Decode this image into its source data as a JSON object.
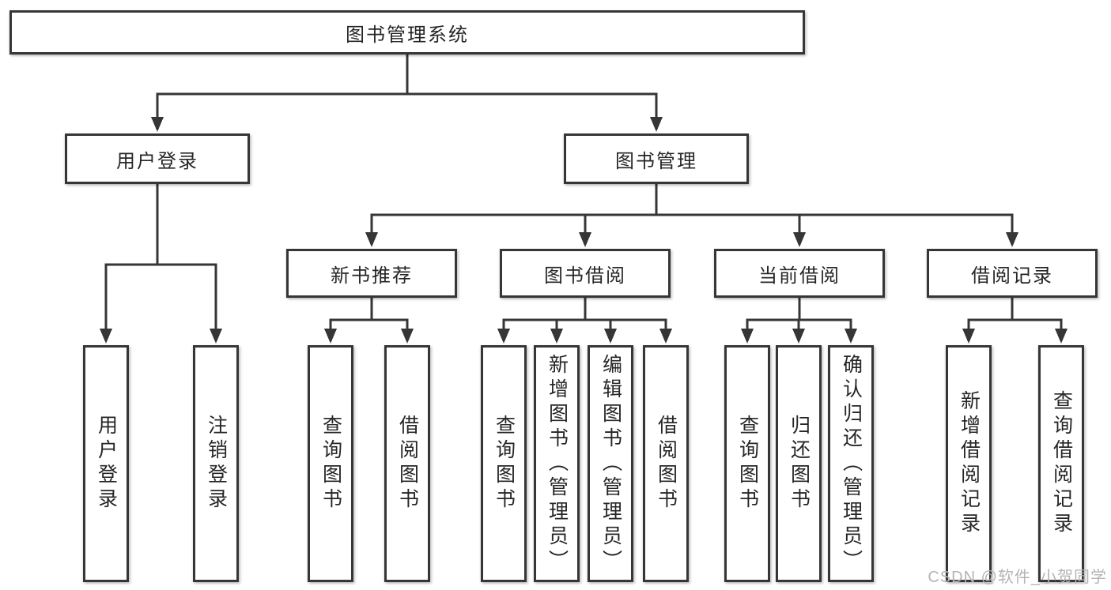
{
  "diagram": {
    "title_note": "functional structure chart",
    "root": {
      "label": "图书管理系统"
    },
    "branches": [
      {
        "label": "用户登录",
        "children": [
          {
            "label": "用户登录"
          },
          {
            "label": "注销登录"
          }
        ]
      },
      {
        "label": "图书管理",
        "groups": [
          {
            "label": "新书推荐",
            "children": [
              {
                "label": "查询图书"
              },
              {
                "label": "借阅图书"
              }
            ]
          },
          {
            "label": "图书借阅",
            "children": [
              {
                "label": "查询图书"
              },
              {
                "label": "新增图书（管理员）"
              },
              {
                "label": "编辑图书（管理员）"
              },
              {
                "label": "借阅图书"
              }
            ]
          },
          {
            "label": "当前借阅",
            "children": [
              {
                "label": "查询图书"
              },
              {
                "label": "归还图书"
              },
              {
                "label": "确认归还（管理员）"
              }
            ]
          },
          {
            "label": "借阅记录",
            "children": [
              {
                "label": "新增借阅记录"
              },
              {
                "label": "查询借阅记录"
              }
            ]
          }
        ]
      }
    ]
  },
  "watermark": {
    "text": "CSDN @软件_小贺同学",
    "color": "#b4b4b4"
  },
  "colors": {
    "line": "#363636",
    "box_border": "#363636",
    "box_fill": "#ffffff",
    "text": "#262626",
    "background": "#ffffff"
  }
}
